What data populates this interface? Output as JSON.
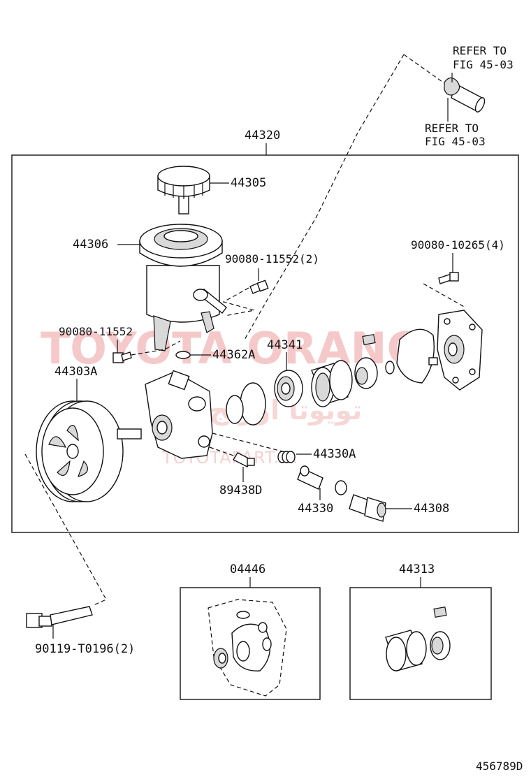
{
  "watermark": {
    "brand": "TOYOTA ORANG",
    "arabic": "تويوتا اورنج",
    "url": "TOYOTAPART.IR"
  },
  "diagram": {
    "assembly_label": "44320",
    "callouts": {
      "p44305": "44305",
      "p44306": "44306",
      "p90080_11552_2": "90080-11552(2)",
      "p90080_10265_4": "90080-10265(4)",
      "p90080_11552": "90080-11552",
      "p44362A": "44362A",
      "p44341": "44341",
      "p44303A": "44303A",
      "p44330A": "44330A",
      "p89438D": "89438D",
      "p44330": "44330",
      "p44308": "44308",
      "p04446": "04446",
      "p44313": "44313",
      "p90119": "90119-T0196(2)"
    },
    "refer_top": [
      "REFER TO",
      "FIG 45-03"
    ],
    "refer_bottom": [
      "REFER TO",
      "FIG 45-03"
    ],
    "figure_id": "456789D"
  }
}
